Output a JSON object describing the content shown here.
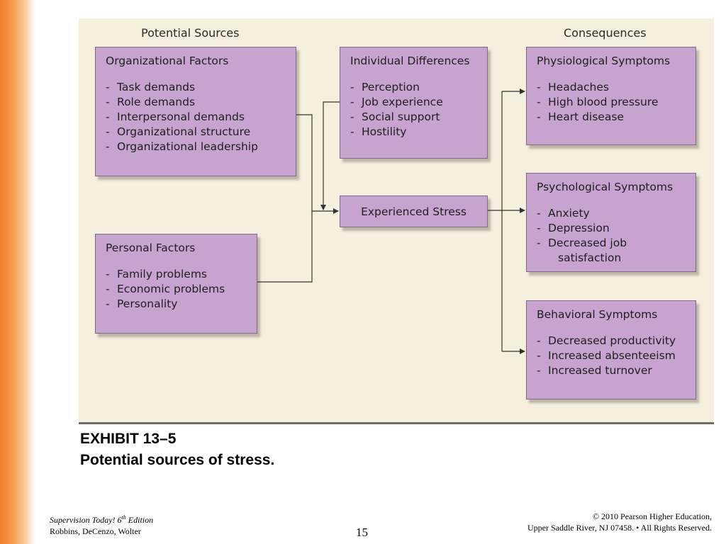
{
  "diagram": {
    "headers": {
      "sources": "Potential Sources",
      "consequences": "Consequences"
    },
    "organizational_factors": {
      "title": "Organizational Factors",
      "items": [
        "Task demands",
        "Role demands",
        "Interpersonal demands",
        "Organizational structure",
        "Organizational leadership"
      ]
    },
    "personal_factors": {
      "title": "Personal Factors",
      "items": [
        "Family problems",
        "Economic problems",
        "Personality"
      ]
    },
    "individual_differences": {
      "title": "Individual Differences",
      "items": [
        "Perception",
        "Job experience",
        "Social support",
        "Hostility"
      ]
    },
    "experienced_stress": {
      "label": "Experienced Stress"
    },
    "physiological": {
      "title": "Physiological Symptoms",
      "items": [
        "Headaches",
        "High blood pressure",
        "Heart disease"
      ]
    },
    "psychological": {
      "title": "Psychological Symptoms",
      "items": [
        "Anxiety",
        "Depression",
        "Decreased job"
      ],
      "item_continuation": "satisfaction"
    },
    "behavioral": {
      "title": "Behavioral Symptoms",
      "items": [
        "Decreased productivity",
        "Increased absenteeism",
        "Increased turnover"
      ]
    },
    "colors": {
      "box_fill": "#c6a4cf",
      "panel_bg": "#f5efdd",
      "accent_orange": "#f07d2a"
    }
  },
  "caption": {
    "line1": "EXHIBIT 13–5",
    "line2": "Potential sources of stress."
  },
  "footer": {
    "book_title_pre": "Supervision Today! 6",
    "book_title_sup": "th",
    "book_title_post": " Edition",
    "authors": "Robbins, DeCenzo, Wolter",
    "page": "15",
    "copyright_line1": "© 2010 Pearson Higher Education,",
    "copyright_line2": "Upper Saddle River, NJ 07458. • All Rights Reserved."
  }
}
